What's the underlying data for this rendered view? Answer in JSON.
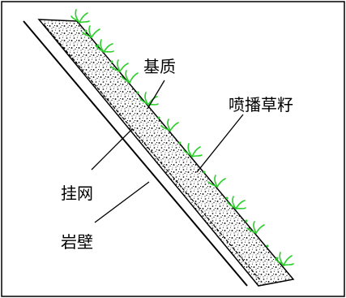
{
  "labels": {
    "substrate": "基质",
    "seeding": "喷播草籽",
    "mesh": "挂网",
    "rock_wall": "岩壁"
  },
  "colors": {
    "line": "#000000",
    "grass": "#2bcf2b",
    "background": "#ffffff",
    "frame": "#000000"
  }
}
